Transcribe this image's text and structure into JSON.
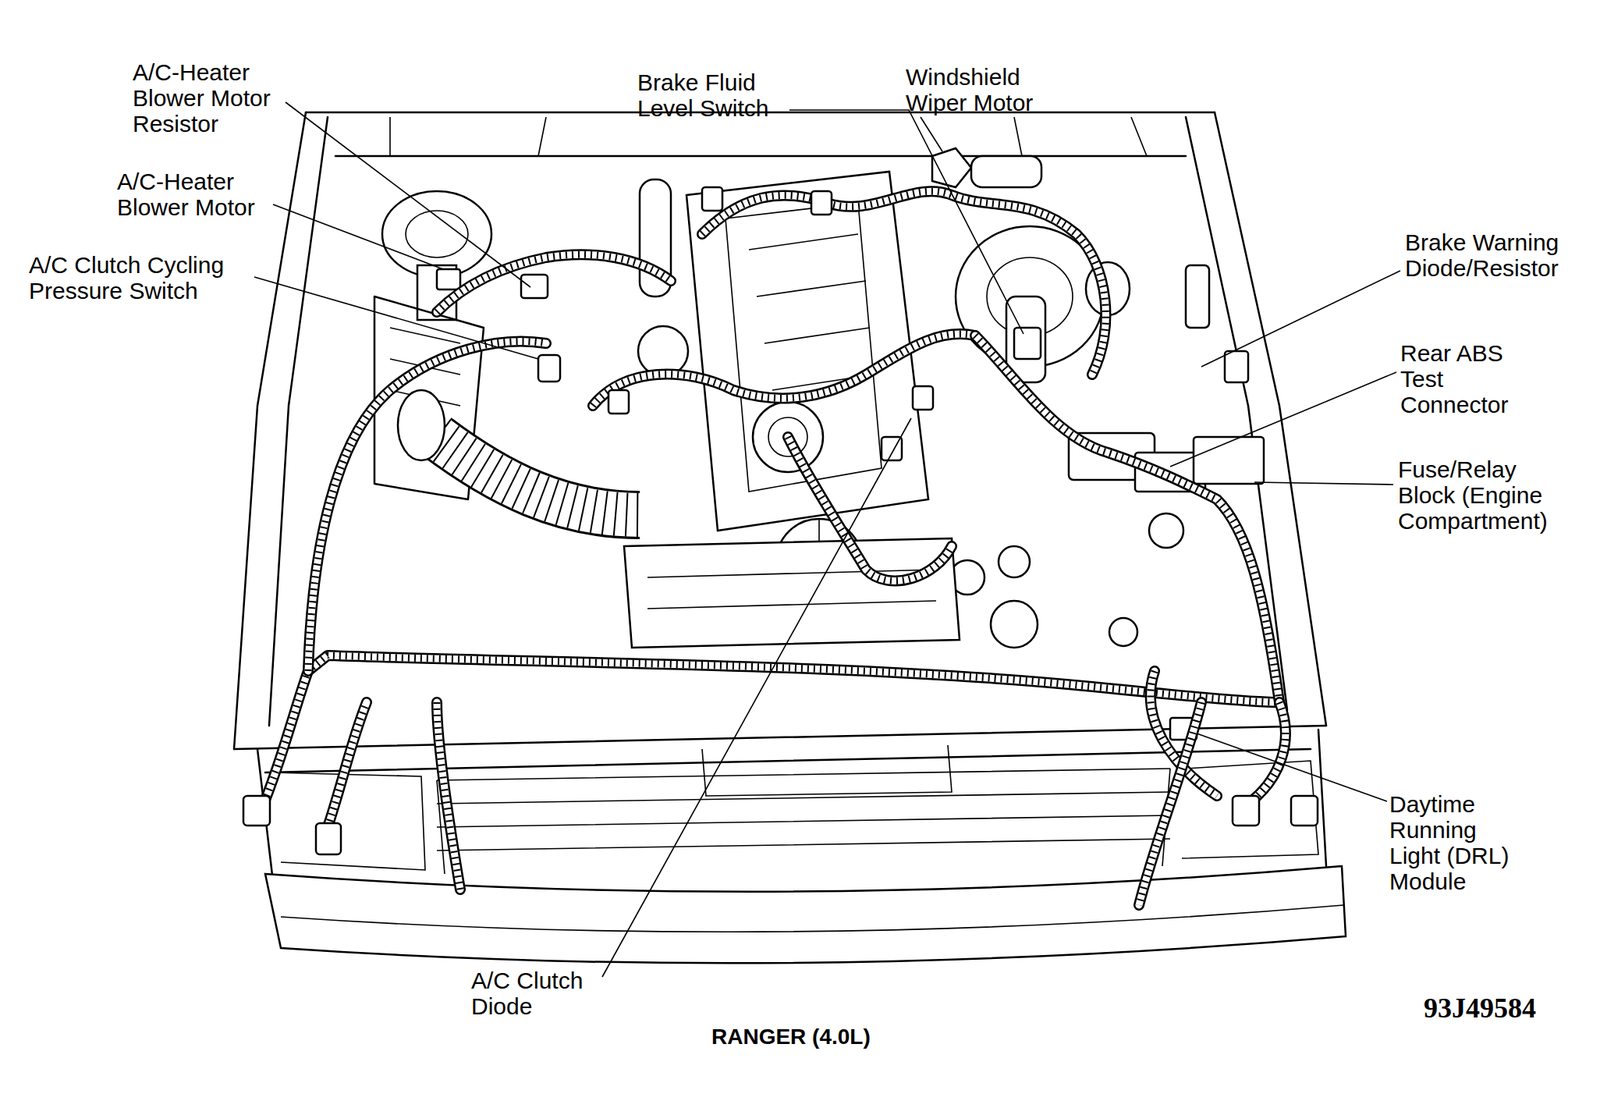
{
  "diagram": {
    "caption": "RANGER (4.0L)",
    "labels": [
      "A/C-Heater Blower Motor Resistor",
      "A/C-Heater Blower Motor",
      "A/C Clutch Cycling Pressure Switch",
      "Brake Fluid Level Switch",
      "Windshield Wiper Motor",
      "Brake Warning Diode/Resistor",
      "Rear ABS Test Connector",
      "Fuse/Relay Block (Engine Compartment)",
      "Daytime Running Light (DRL) Module",
      "A/C Clutch Diode",
      "93J49584"
    ]
  }
}
